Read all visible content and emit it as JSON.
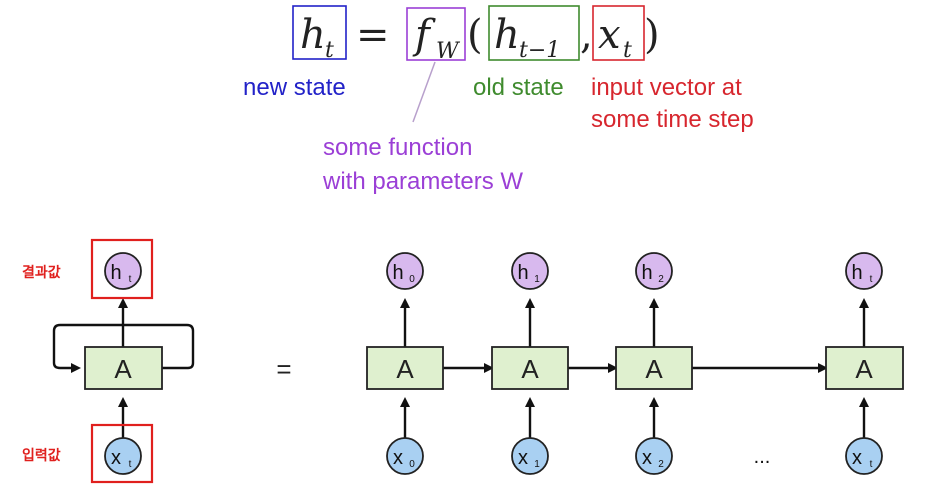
{
  "equation": {
    "lhs": "h",
    "lhs_sub": "t",
    "equals": "=",
    "func": "f",
    "func_sub": "W",
    "open_paren": "(",
    "arg1": "h",
    "arg1_sub": "t−1",
    "comma": ",",
    "arg2": "x",
    "arg2_sub": "t",
    "close_paren": ")"
  },
  "annotations": {
    "new_state": "new state",
    "old_state": "old state",
    "input_line1": "input vector at",
    "input_line2": "some time step",
    "function_line1": "some function",
    "function_line2": "with parameters W"
  },
  "korean_labels": {
    "output": "결과값",
    "input": "입력값"
  },
  "node_label": "A",
  "equals_sign": "=",
  "ellipsis": "...",
  "rolled": {
    "h": "h",
    "h_sub": "t",
    "x": "x",
    "x_sub": "t"
  },
  "unrolled": [
    {
      "h": "h",
      "h_sub": "0",
      "x": "x",
      "x_sub": "0"
    },
    {
      "h": "h",
      "h_sub": "1",
      "x": "x",
      "x_sub": "1"
    },
    {
      "h": "h",
      "h_sub": "2",
      "x": "x",
      "x_sub": "2"
    },
    {
      "h": "h",
      "h_sub": "t",
      "x": "x",
      "x_sub": "t"
    }
  ],
  "colors": {
    "new_state": "#2222c8",
    "function": "#9b3fd6",
    "old_state": "#3f8b2e",
    "input": "#d7262e",
    "highlight_box": "#e0201e"
  }
}
